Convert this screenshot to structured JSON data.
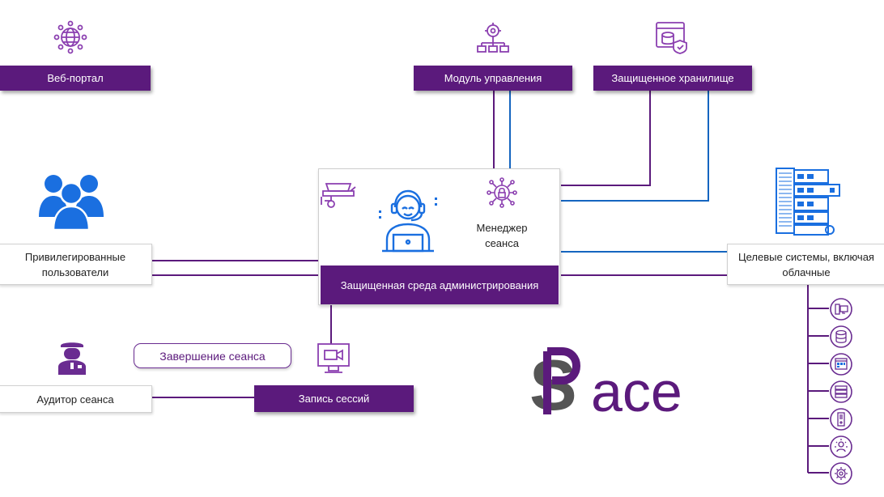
{
  "nodes": {
    "web_portal": "Веб-портал",
    "management_module": "Модуль управления",
    "secure_storage": "Защищенное хранилище",
    "privileged_users": "Привилегированные пользователи",
    "session_manager": "Менеджер сеанса",
    "secure_admin_env": "Защищенная среда администрирования",
    "target_systems": "Целевые системы, включая облачные",
    "session_termination": "Завершение сеанса",
    "session_auditor": "Аудитор сеанса",
    "session_recording": "Запись сессий"
  },
  "logo": {
    "text": "SPace"
  },
  "colors": {
    "purple": "#5b1a7c",
    "blue": "#1565c0",
    "logo_gray": "#555555"
  },
  "icons": [
    "globe-icon",
    "network-settings-icon",
    "storage-shield-icon",
    "users-group-icon",
    "cctv-camera-icon",
    "operator-headset-icon",
    "secure-network-icon",
    "server-rack-icon",
    "guard-icon",
    "video-monitor-icon",
    "computer-icon",
    "database-icon",
    "app-window-icon",
    "server-icon",
    "tower-server-icon",
    "cloud-user-icon",
    "gear-icon"
  ]
}
